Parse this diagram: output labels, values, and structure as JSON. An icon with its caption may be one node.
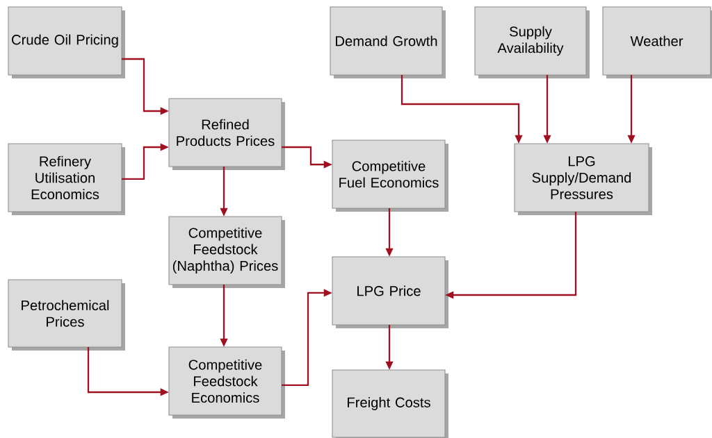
{
  "diagram": {
    "nodes": [
      {
        "text": [
          "Crude Oil Pricing"
        ]
      },
      {
        "text": [
          "Demand Growth"
        ]
      },
      {
        "text": [
          "Supply Availability"
        ]
      },
      {
        "text": [
          "Weather"
        ]
      },
      {
        "text": [
          "Refined Products Prices"
        ]
      },
      {
        "text": [
          "Refinery Utilisation Economics"
        ]
      },
      {
        "text": [
          "Competitive Fuel Economics"
        ]
      },
      {
        "text": [
          "LPG Supply/Demand Pressures"
        ]
      },
      {
        "text": [
          "Competitive Feedstock (Naphtha) Prices"
        ]
      },
      {
        "text": [
          "Petrochemical Prices"
        ]
      },
      {
        "text": [
          "LPG Price"
        ]
      },
      {
        "text": [
          "Competitive Feedstock Economics"
        ]
      },
      {
        "text": [
          "Freight Costs"
        ]
      }
    ],
    "edges": [
      {
        "from": 0,
        "to": 4,
        "arrow": "to"
      },
      {
        "from": 5,
        "to": 4,
        "arrow": "to"
      },
      {
        "from": 4,
        "to": 6,
        "arrow": "to"
      },
      {
        "from": 4,
        "to": 8,
        "arrow": "to"
      },
      {
        "from": 1,
        "to": 7,
        "arrow": "to"
      },
      {
        "from": 2,
        "to": 7,
        "arrow": "to"
      },
      {
        "from": 3,
        "to": 7,
        "arrow": "to"
      },
      {
        "from": 6,
        "to": 10,
        "arrow": "to"
      },
      {
        "from": 8,
        "to": 11,
        "arrow": "to"
      },
      {
        "from": 9,
        "to": 11,
        "arrow": "to"
      },
      {
        "from": 11,
        "to": 10,
        "arrow": "to"
      },
      {
        "from": 7,
        "to": 10,
        "arrow": "to"
      },
      {
        "from": 10,
        "to": 12,
        "arrow": "to"
      }
    ]
  }
}
